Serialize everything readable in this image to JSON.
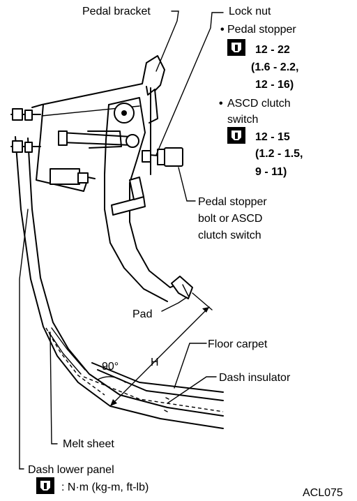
{
  "labels": {
    "pedal_bracket": "Pedal bracket",
    "lock_nut": "Lock nut",
    "pedal_stopper": "Pedal stopper",
    "stopper_torque_1": "12 - 22",
    "stopper_torque_2": "(1.6 - 2.2,",
    "stopper_torque_3": "12 - 16)",
    "ascd_line1": "ASCD clutch",
    "ascd_line2": "switch",
    "ascd_torque_1": "12 - 15",
    "ascd_torque_2": "(1.2 - 1.5,",
    "ascd_torque_3": "9 - 11)",
    "bolt_line1": "Pedal stopper",
    "bolt_line2": "bolt or ASCD",
    "bolt_line3": "clutch switch",
    "pad": "Pad",
    "floor_carpet": "Floor carpet",
    "dash_insulator": "Dash insulator",
    "angle": "90°",
    "height": "H",
    "melt_sheet": "Melt sheet",
    "dash_lower_panel": "Dash lower panel",
    "legend_units": ": N·m (kg-m, ft-lb)",
    "figure_code": "ACL075"
  },
  "bullet": "•",
  "colors": {
    "ink": "#000000",
    "paper": "#ffffff"
  },
  "icons": [
    "torque-wrench-icon"
  ]
}
